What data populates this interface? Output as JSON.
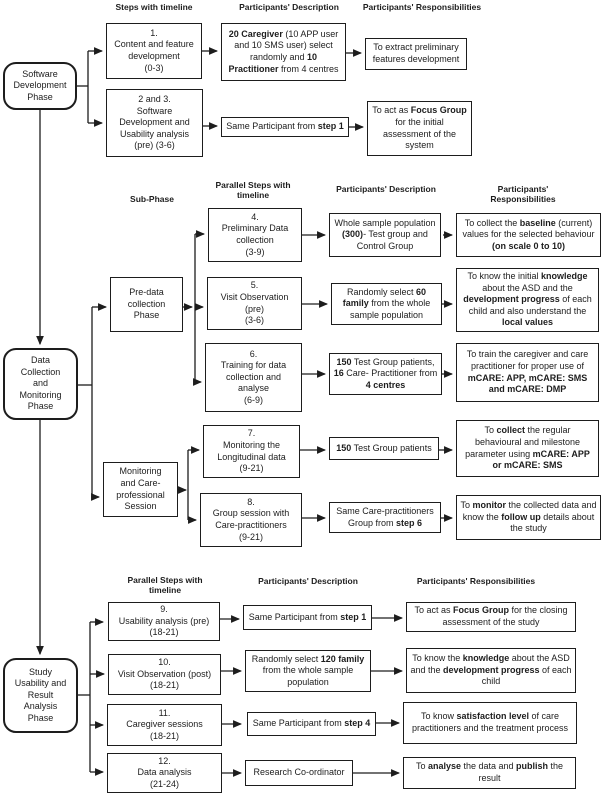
{
  "colors": {
    "background": "#ffffff",
    "ink": "#1d1d1d"
  },
  "headers": {
    "s1": {
      "steps": "Steps with timeline",
      "desc": "Participants' Description",
      "resp": "Participants' Responsibilities"
    },
    "s2": {
      "subphase": "Sub-Phase",
      "steps": "Parallel Steps with\ntimeline",
      "desc": "Participants' Description",
      "resp": "Participants' Responsibilities"
    },
    "s3": {
      "steps": "Parallel Steps with\ntimeline",
      "desc": "Participants' Description",
      "resp": "Participants' Responsibilities"
    }
  },
  "phases": [
    {
      "label": "Software\nDevelopment\nPhase"
    },
    {
      "label": "Data\nCollection\nand\nMonitoring\nPhase"
    },
    {
      "label": "Study\nUsability and\nResult\nAnalysis\nPhase"
    }
  ],
  "subphases": [
    {
      "label": "Pre-data\ncollection\nPhase"
    },
    {
      "label": "Monitoring\nand Care-\nprofessional\nSession"
    }
  ],
  "rows": [
    {
      "step": "1.\nContent and feature\ndevelopment\n(0-3)",
      "desc": [
        {
          "t": "20 Caregiver",
          "b": 1
        },
        {
          "t": " (10 APP user and 10 SMS user) select randomly and "
        },
        {
          "t": "10 Practitioner",
          "b": 1
        },
        {
          "t": " from 4 centres"
        }
      ],
      "resp": "To extract preliminary features development"
    },
    {
      "step": "2 and 3.\nSoftware\nDevelopment and\nUsability analysis\n(pre) (3-6)",
      "desc": [
        {
          "t": "Same Participant from "
        },
        {
          "t": "step 1",
          "b": 1
        }
      ],
      "resp": [
        {
          "t": "To act as "
        },
        {
          "t": "Focus Group",
          "b": 1
        },
        {
          "t": " for the initial assessment of the system"
        }
      ]
    },
    {
      "step": "4.\nPreliminary Data\ncollection\n(3-9)",
      "desc": [
        {
          "t": "Whole sample population "
        },
        {
          "t": "(300)",
          "b": 1
        },
        {
          "t": "- Test group and Control Group"
        }
      ],
      "resp": [
        {
          "t": "To collect the "
        },
        {
          "t": "baseline",
          "b": 1
        },
        {
          "t": " (current) values for the selected behaviour "
        },
        {
          "t": "(on scale 0 to 10)",
          "b": 1
        }
      ]
    },
    {
      "step": "5.\nVisit Observation\n(pre)\n(3-6)",
      "desc": [
        {
          "t": "Randomly select "
        },
        {
          "t": "60 family",
          "b": 1
        },
        {
          "t": " from the whole sample population"
        }
      ],
      "resp": [
        {
          "t": "To know the initial "
        },
        {
          "t": "knowledge",
          "b": 1
        },
        {
          "t": " about the ASD and the "
        },
        {
          "t": "development progress",
          "b": 1
        },
        {
          "t": " of each child and also understand the "
        },
        {
          "t": "local values",
          "b": 1
        }
      ]
    },
    {
      "step": "6.\nTraining for data\ncollection and\nanalyse\n(6-9)",
      "desc": [
        {
          "t": "150",
          "b": 1
        },
        {
          "t": " Test Group patients, "
        },
        {
          "t": "16",
          "b": 1
        },
        {
          "t": " Care- Practitioner from "
        },
        {
          "t": "4 centres",
          "b": 1
        }
      ],
      "resp": [
        {
          "t": "To train the caregiver and care practitioner for proper use of "
        },
        {
          "t": "mCARE: APP, mCARE: SMS and mCARE: DMP",
          "b": 1
        }
      ]
    },
    {
      "step": "7.\nMonitoring the\nLongitudinal data\n(9-21)",
      "desc": [
        {
          "t": "150",
          "b": 1
        },
        {
          "t": " Test Group patients"
        }
      ],
      "resp": [
        {
          "t": "To "
        },
        {
          "t": "collect",
          "b": 1
        },
        {
          "t": " the regular behavioural and milestone parameter using "
        },
        {
          "t": "mCARE: APP or mCARE: SMS",
          "b": 1
        }
      ]
    },
    {
      "step": "8.\nGroup session with\nCare-practitioners\n(9-21)",
      "desc": [
        {
          "t": "Same Care-practitioners Group from "
        },
        {
          "t": "step 6",
          "b": 1
        }
      ],
      "resp": [
        {
          "t": "To "
        },
        {
          "t": "monitor",
          "b": 1
        },
        {
          "t": " the collected data and know the "
        },
        {
          "t": "follow up",
          "b": 1
        },
        {
          "t": " details about the study"
        }
      ]
    },
    {
      "step": "9.\nUsability analysis (pre)\n(18-21)",
      "desc": [
        {
          "t": "Same Participant from "
        },
        {
          "t": "step 1",
          "b": 1
        }
      ],
      "resp": [
        {
          "t": "To act as "
        },
        {
          "t": "Focus Group",
          "b": 1
        },
        {
          "t": " for the closing assessment of the study"
        }
      ]
    },
    {
      "step": "10.\nVisit Observation (post)\n(18-21)",
      "desc": [
        {
          "t": "Randomly select "
        },
        {
          "t": "120 family",
          "b": 1
        },
        {
          "t": " from the whole sample population"
        }
      ],
      "resp": [
        {
          "t": "To know the "
        },
        {
          "t": "knowledge",
          "b": 1
        },
        {
          "t": " about the ASD and the "
        },
        {
          "t": "development progress",
          "b": 1
        },
        {
          "t": " of each child"
        }
      ]
    },
    {
      "step": "11.\nCaregiver sessions\n(18-21)",
      "desc": [
        {
          "t": "Same Participant from "
        },
        {
          "t": "step 4",
          "b": 1
        }
      ],
      "resp": [
        {
          "t": "To know "
        },
        {
          "t": "satisfaction level",
          "b": 1
        },
        {
          "t": " of care practitioners and the treatment process"
        }
      ]
    },
    {
      "step": "12.\nData analysis\n(21-24)",
      "desc": "Research Co-ordinator",
      "resp": [
        {
          "t": "To "
        },
        {
          "t": "analyse",
          "b": 1
        },
        {
          "t": " the data and "
        },
        {
          "t": "publish",
          "b": 1
        },
        {
          "t": " the result"
        }
      ]
    }
  ]
}
